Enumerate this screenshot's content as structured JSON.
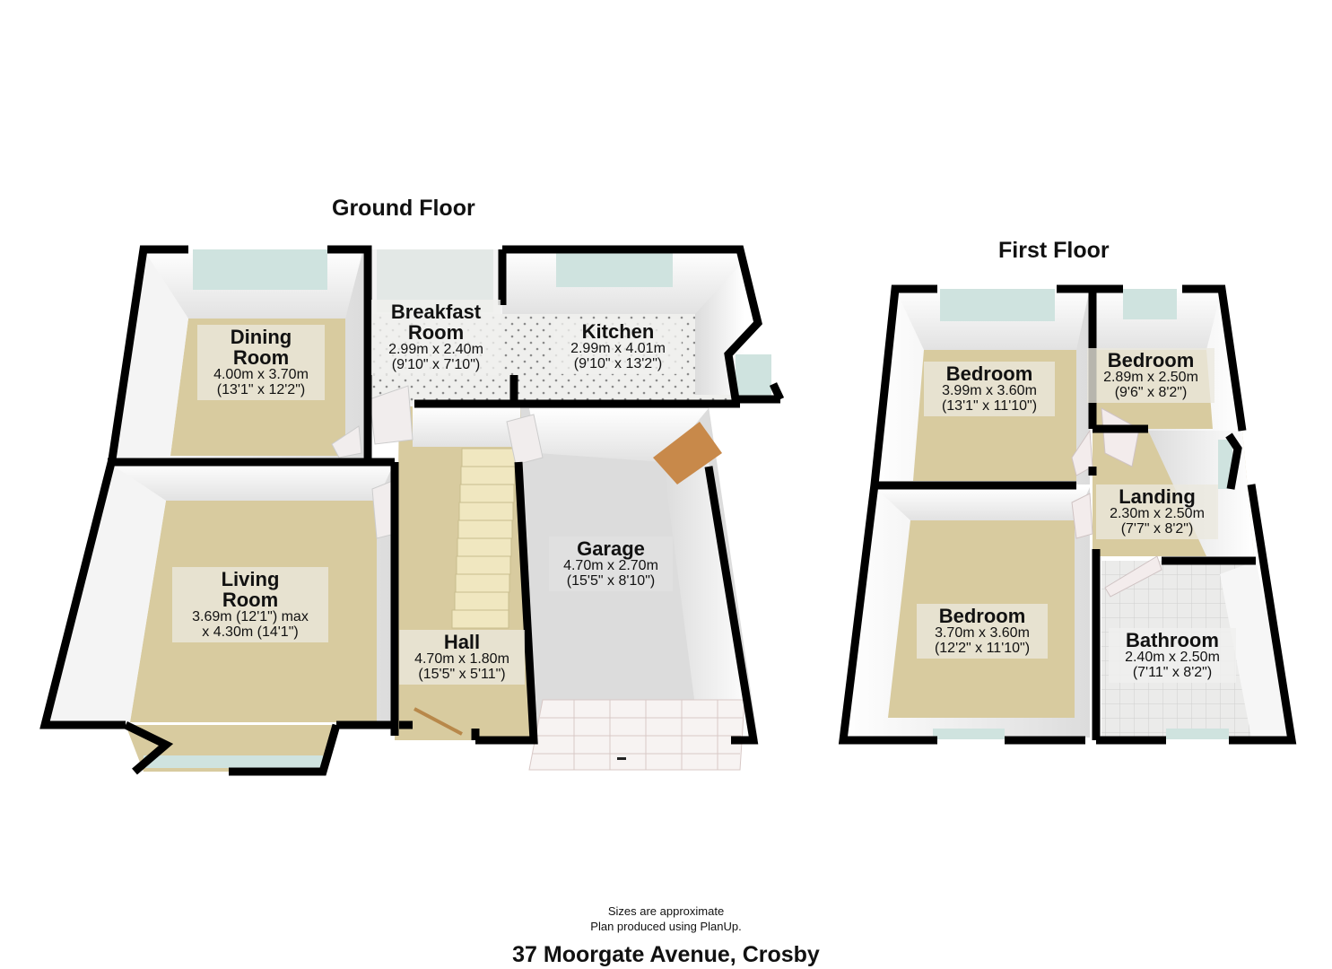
{
  "plan": {
    "address": "37 Moorgate Avenue, Crosby",
    "notes": [
      "Sizes are approximate",
      "Plan produced using PlanUp."
    ],
    "colors": {
      "wall": "#000000",
      "carpet": "#d8cb9f",
      "tile": "#e8e8e6",
      "garage_floor": "#dcdcdc",
      "inner_wall": "#f4f4f4",
      "window_glass": "#cfe3df",
      "door_wood": "#c8894a"
    }
  },
  "ground_floor": {
    "title": "Ground Floor",
    "rooms": [
      {
        "name": "Dining\nRoom",
        "line1": "Dining",
        "line2": "Room",
        "metric": "4.00m x 3.70m",
        "imperial": "(13'1\" x 12'2\")"
      },
      {
        "name": "Breakfast Room",
        "line1": "Breakfast",
        "line2": "Room",
        "metric": "2.99m x 2.40m",
        "imperial": "(9'10\" x 7'10\")"
      },
      {
        "name": "Kitchen",
        "metric": "2.99m x 4.01m",
        "imperial": "(9'10\" x 13'2\")"
      },
      {
        "name": "Living Room",
        "line1": "Living",
        "line2": "Room",
        "metric": "3.69m (12'1\") max",
        "imperial": "x 4.30m (14'1\")"
      },
      {
        "name": "Garage",
        "metric": "4.70m x 2.70m",
        "imperial": "(15'5\" x 8'10\")"
      },
      {
        "name": "Hall",
        "metric": "4.70m x 1.80m",
        "imperial": "(15'5\" x 5'11\")"
      }
    ]
  },
  "first_floor": {
    "title": "First Floor",
    "rooms": [
      {
        "name": "Bedroom",
        "metric": "3.99m x 3.60m",
        "imperial": "(13'1\" x 11'10\")"
      },
      {
        "name": "Bedroom",
        "metric": "2.89m x 2.50m",
        "imperial": "(9'6\" x 8'2\")"
      },
      {
        "name": "Landing",
        "metric": "2.30m x 2.50m",
        "imperial": "(7'7\" x 8'2\")"
      },
      {
        "name": "Bedroom",
        "metric": "3.70m x 3.60m",
        "imperial": "(12'2\" x 11'10\")"
      },
      {
        "name": "Bathroom",
        "metric": "2.40m x 2.50m",
        "imperial": "(7'11\" x 8'2\")"
      }
    ]
  }
}
